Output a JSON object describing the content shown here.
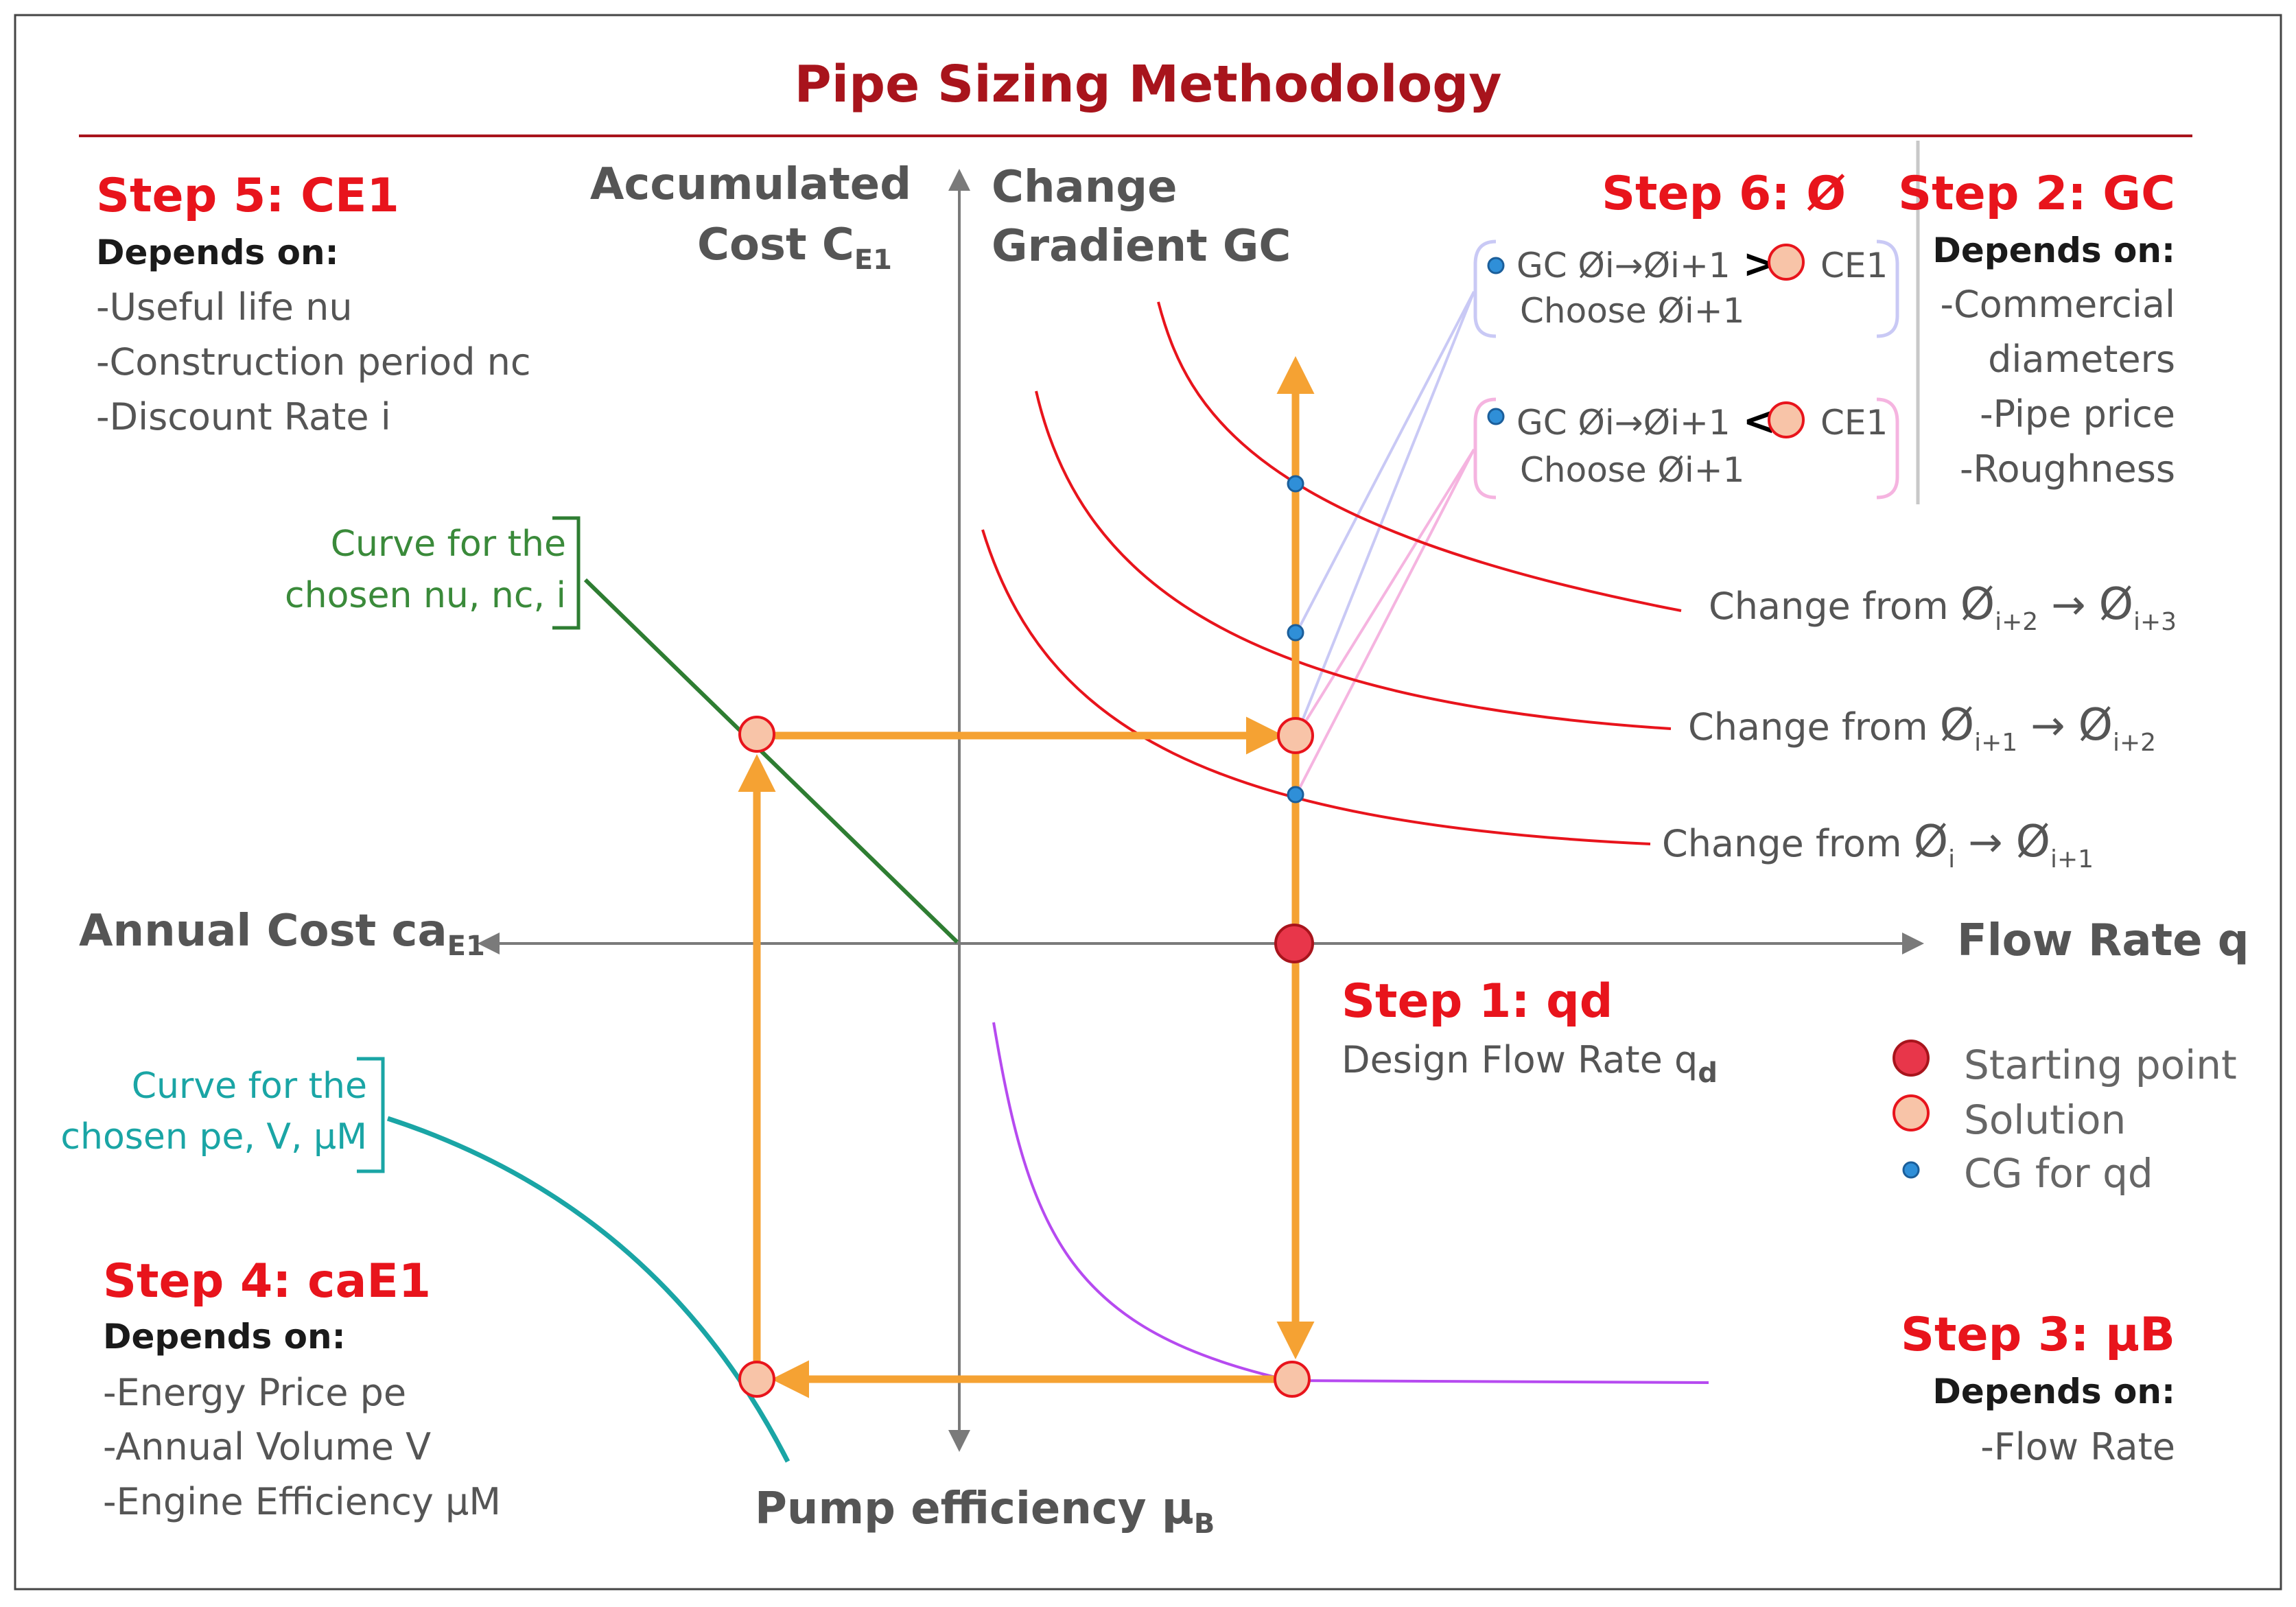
{
  "title": "Pipe Sizing Methodology",
  "axes": {
    "top_left": [
      "Accumulated",
      "Cost C",
      "E1"
    ],
    "top_right": [
      "Change",
      "Gradient GC"
    ],
    "left": [
      "Annual Cost ca",
      "E1"
    ],
    "right": "Flow Rate q",
    "bottom": [
      "Pump efficiency μ",
      "B"
    ]
  },
  "step5": {
    "title": "Step 5: CE1",
    "depends": "Depends on:",
    "items": [
      "-Useful life nu",
      "-Construction period nc",
      "-Discount Rate i"
    ]
  },
  "step2": {
    "title": "Step 2: GC",
    "depends": "Depends on:",
    "items": [
      "-Commercial",
      "diameters",
      "-Pipe price",
      "-Roughness"
    ]
  },
  "step6": {
    "title": "Step 6: Ø",
    "rule1": {
      "a": "GC Øi→Øi+1",
      "op": ">",
      "b": "CE1",
      "choose": "Choose Øi+1"
    },
    "rule2": {
      "a": "GC Øi→Øi+1",
      "op": "<",
      "b": "CE1",
      "choose": "Choose Øi+1"
    }
  },
  "step1": {
    "title": "Step 1: qd",
    "desc": "Design Flow Rate q",
    "sub": "d"
  },
  "step4": {
    "title": "Step 4: caE1",
    "depends": "Depends on:",
    "items": [
      "-Energy Price pe",
      "-Annual Volume V",
      "-Engine Efficiency μM"
    ]
  },
  "step3": {
    "title": "Step 3: μB",
    "depends": "Depends on:",
    "items": [
      "-Flow Rate"
    ]
  },
  "green_curve": [
    "Curve for the",
    "chosen nu, nc, i"
  ],
  "teal_curve": [
    "Curve for the",
    "chosen pe, V, μM"
  ],
  "change_curves": [
    {
      "prefix": "Change from ",
      "from": "i+2",
      "to": "i+3"
    },
    {
      "prefix": "Change from ",
      "from": "i+1",
      "to": "i+2"
    },
    {
      "prefix": "Change from ",
      "from": "i",
      "to": "i+1"
    }
  ],
  "legend": [
    {
      "label": "Starting point",
      "color": "#e8364a"
    },
    {
      "label": "Solution",
      "color": "#f8c4a8"
    },
    {
      "label": "CG for qd",
      "color": "#2f8fd8"
    }
  ],
  "colors": {
    "red": "#e8141c",
    "orange": "#f5a233",
    "green": "#2e7d32",
    "teal": "#1aa5a5",
    "purple": "#b64af0",
    "axis": "#7a7a7a"
  }
}
